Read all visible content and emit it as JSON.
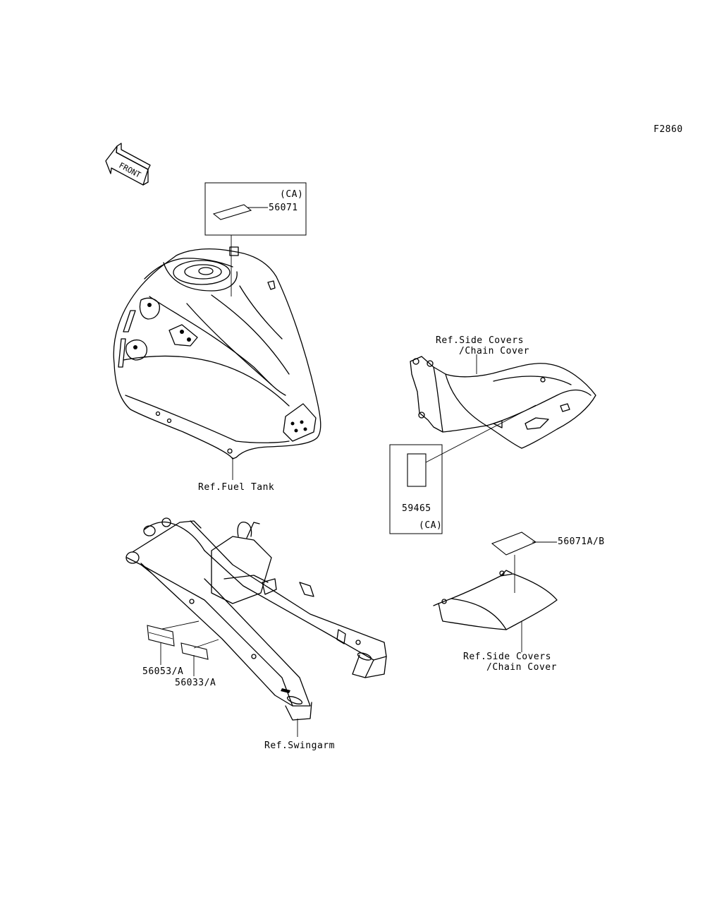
{
  "figure_code": "F2860",
  "front_arrow_text": "FRONT",
  "parts": {
    "tank_label_ca": "(CA)",
    "tank_label_number": "56071",
    "fuel_tank_ref": "Ref.Fuel Tank",
    "side_covers_ref_top_line1": "Ref.Side Covers",
    "side_covers_ref_top_line2": "/Chain Cover",
    "side_label_number": "59465",
    "side_label_ca": "(CA)",
    "cover_label_number": "56071A/B",
    "side_covers_ref_bottom_line1": "Ref.Side Covers",
    "side_covers_ref_bottom_line2": "/Chain Cover",
    "swingarm_label_1": "56053/A",
    "swingarm_label_2": "56033/A",
    "swingarm_ref": "Ref.Swingarm"
  }
}
